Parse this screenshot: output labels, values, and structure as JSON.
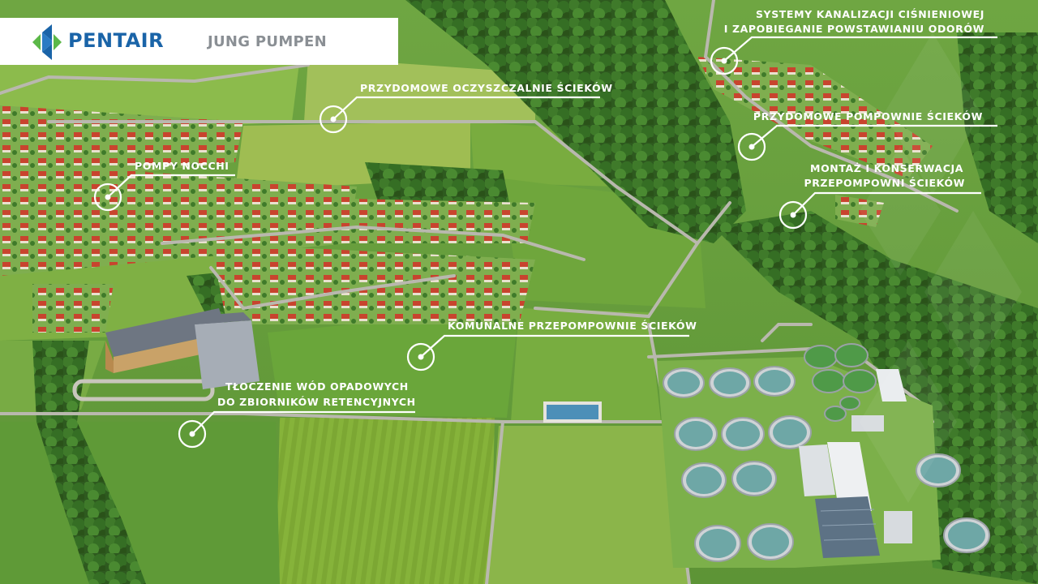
{
  "brand": {
    "name": "PENTAIR",
    "sub_brand": "JUNG PUMPEN",
    "primary_color": "#1a64a8",
    "accent_color": "#5cb848"
  },
  "hotspots": [
    {
      "id": "kanalizacja",
      "lines": [
        "SYSTEMY KANALIZACJI CIŚNIENIOWEJ",
        "I ZAPOBIEGANIE POWSTAWIANIU ODORÓW"
      ]
    },
    {
      "id": "oczyszczalnie",
      "lines": [
        "PRZYDOMOWE OCZYSZCZALNIE ŚCIEKÓW"
      ]
    },
    {
      "id": "przydomowe-pompownie",
      "lines": [
        "PRZYDOMOWE POMPOWNIE ŚCIEKÓW"
      ]
    },
    {
      "id": "pompy-nocchi",
      "lines": [
        "POMPY NOCCHI"
      ]
    },
    {
      "id": "montaz",
      "lines": [
        "MONTAŻ I KONSERWACJA",
        "PRZEPOMPOWNI ŚCIEKÓW"
      ]
    },
    {
      "id": "komunalne",
      "lines": [
        "KOMUNALNE PRZEPOMPOWNIE ŚCIEKÓW"
      ]
    },
    {
      "id": "tloczenie",
      "lines": [
        "TŁOCZENIE WÓD OPADOWYCH",
        "DO ZBIORNIKÓW RETENCYJNYCH"
      ]
    }
  ]
}
